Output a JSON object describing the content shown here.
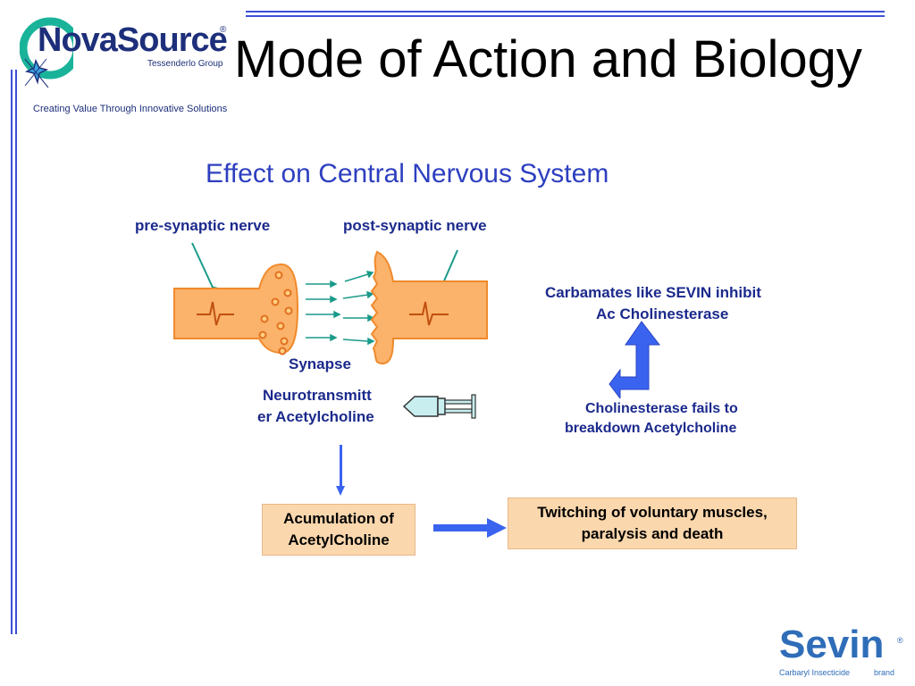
{
  "header": {
    "logo_name": "NovaSource",
    "logo_reg": "®",
    "logo_group": "Tessenderlo Group",
    "tagline": "Creating Value Through Innovative Solutions",
    "title": "Mode of Action and Biology"
  },
  "subtitle": "Effect on Central Nervous System",
  "diagram": {
    "pre_synaptic_label": "pre-synaptic nerve",
    "post_synaptic_label": "post-synaptic nerve",
    "synapse_label": "Synapse",
    "neurotransmitter_line1": "Neurotransmitt",
    "neurotransmitter_line2": "er Acetylcholine",
    "carbamates_line1": "Carbamates like SEVIN inhibit",
    "carbamates_line2": "Ac Cholinesterase",
    "fails_line1": "Cholinesterase fails to",
    "fails_line2": "breakdown Acetylcholine",
    "accumulation_line1": "Acumulation of",
    "accumulation_line2": "AcetylCholine",
    "twitching_line1": "Twitching of voluntary muscles,",
    "twitching_line2": "paralysis and death"
  },
  "footer": {
    "brand": "Sevin",
    "brand_reg": "®",
    "brand_sub": "Carbaryl Insecticide",
    "brand_word": "brand"
  },
  "colors": {
    "accent_blue": "#3d4fd6",
    "nerve_fill": "#fbb26a",
    "nerve_stroke": "#f08a2c",
    "box_fill": "#fbd7ad",
    "arrow_blue": "#3a63f0",
    "teal": "#1a9a8a"
  },
  "icons": [
    "syringe-icon",
    "star-logo-icon",
    "bent-arrow-icon"
  ]
}
